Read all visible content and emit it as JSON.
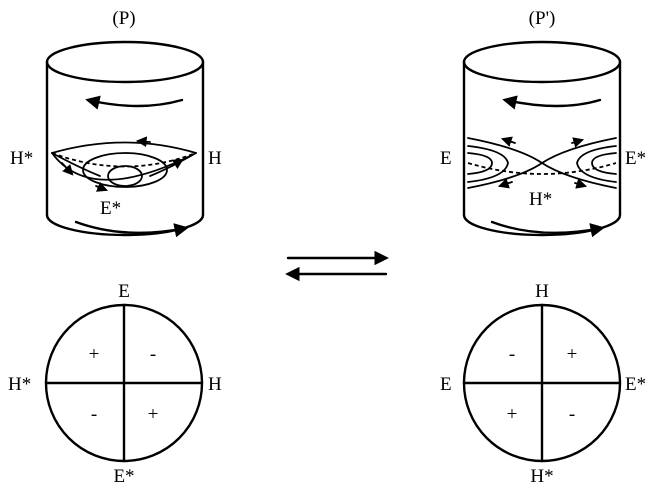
{
  "left": {
    "title": "(P)",
    "cylinder_labels": {
      "left": "H*",
      "right": "H",
      "bottom": "E*"
    },
    "circle": {
      "top": "E",
      "bottom": "E*",
      "left": "H*",
      "right": "H",
      "signs": {
        "top_left": "+",
        "top_right": "-",
        "bottom_left": "-",
        "bottom_right": "+"
      }
    }
  },
  "right": {
    "title": "(P')",
    "cylinder_labels": {
      "left": "E",
      "right": "E*",
      "bottom": "H*"
    },
    "circle": {
      "top": "H",
      "bottom": "H*",
      "left": "E",
      "right": "E*",
      "signs": {
        "top_left": "-",
        "top_right": "+",
        "bottom_left": "+",
        "bottom_right": "-"
      }
    }
  },
  "equilibrium_arrows": "forward-and-reverse"
}
